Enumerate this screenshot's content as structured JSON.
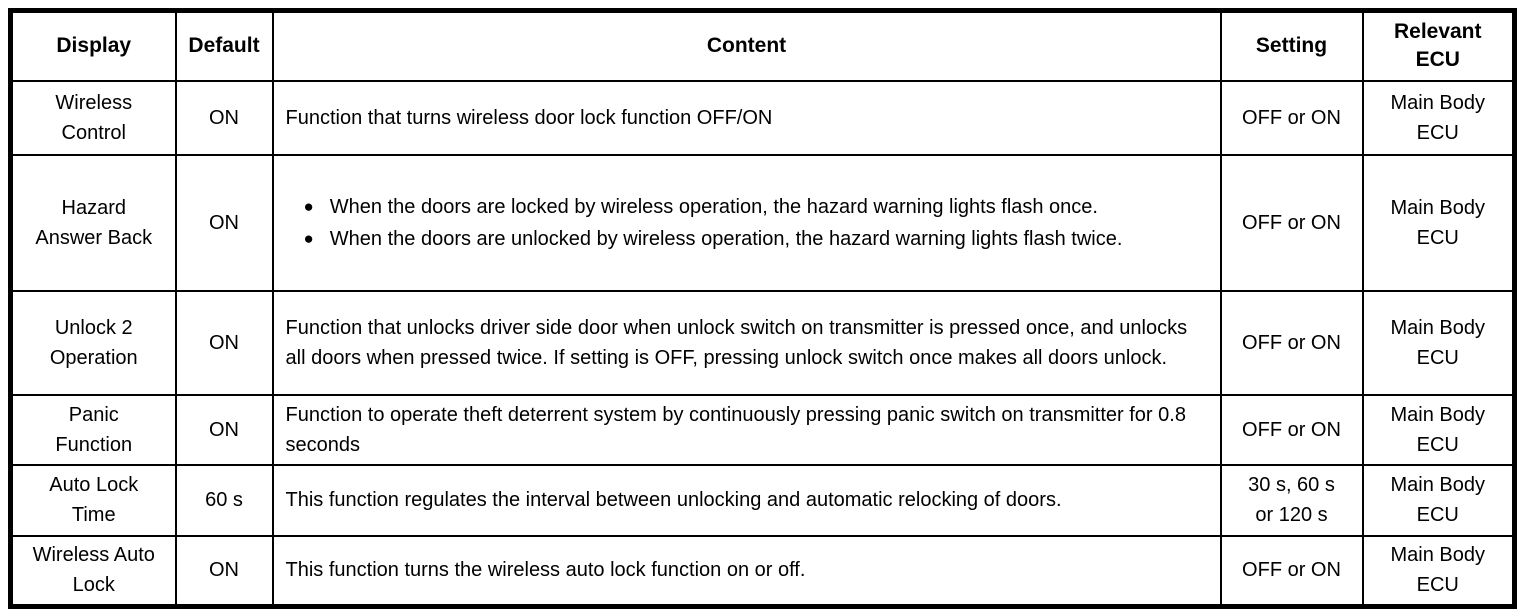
{
  "icons": {
    "bullet": "●"
  },
  "table": {
    "header": {
      "display": "Display",
      "default": "Default",
      "content": "Content",
      "setting": "Setting",
      "relevant_ecu": "Relevant\nECU"
    },
    "rows": [
      {
        "display": "Wireless\nControl",
        "default": "ON",
        "content": "Function that turns wireless door lock function OFF/ON",
        "setting": "OFF or ON",
        "relevant_ecu": "Main Body\nECU"
      },
      {
        "display": "Hazard\nAnswer Back",
        "default": "ON",
        "bullets": [
          "When the doors are locked by wireless operation, the hazard warning lights flash once.",
          "When the doors are unlocked by wireless operation, the hazard warning lights flash twice."
        ],
        "setting": "OFF or ON",
        "relevant_ecu": "Main Body\nECU"
      },
      {
        "display": "Unlock 2\nOperation",
        "default": "ON",
        "content": "Function that unlocks driver side door when unlock switch on transmitter is pressed once, and unlocks all doors when pressed twice. If setting is OFF, pressing unlock switch once makes all doors unlock.",
        "setting": "OFF or ON",
        "relevant_ecu": "Main Body\nECU"
      },
      {
        "display": "Panic\nFunction",
        "default": "ON",
        "content": "Function to operate theft deterrent system by continuously pressing panic switch on transmitter for 0.8 seconds",
        "setting": "OFF or ON",
        "relevant_ecu": "Main Body\nECU"
      },
      {
        "display": "Auto Lock\nTime",
        "default": "60 s",
        "content": "This function regulates the interval between unlocking and automatic relocking of doors.",
        "setting": "30 s, 60 s\nor 120 s",
        "relevant_ecu": "Main Body\nECU"
      },
      {
        "display": "Wireless Auto\nLock",
        "default": "ON",
        "content": "This function turns the wireless auto lock function on or off.",
        "setting": "OFF or ON",
        "relevant_ecu": "Main Body\nECU"
      }
    ]
  }
}
